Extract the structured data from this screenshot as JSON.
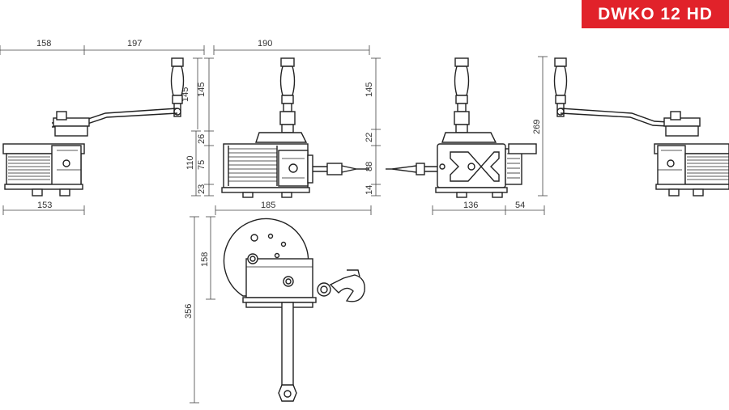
{
  "badge": {
    "model": "DWKO 12 HD",
    "color": "#e1222a"
  },
  "dimensions": {
    "view1_top_left": "158",
    "view1_top_right": "197",
    "view1_handle_145": "145",
    "view1_bottom": "153",
    "view2_top": "190",
    "view2_v145": "145",
    "view2_v26": "26",
    "view2_v110": "110",
    "view2_v75": "75",
    "view2_v23": "23",
    "view2_bottom": "185",
    "view3_v145": "145",
    "view3_v22": "22",
    "view3_v88": "88",
    "view3_v14": "14",
    "view3_bottom_left": "136",
    "view3_bottom_right": "54",
    "view4_v269": "269",
    "view5_v158": "158",
    "view5_v356": "356"
  }
}
